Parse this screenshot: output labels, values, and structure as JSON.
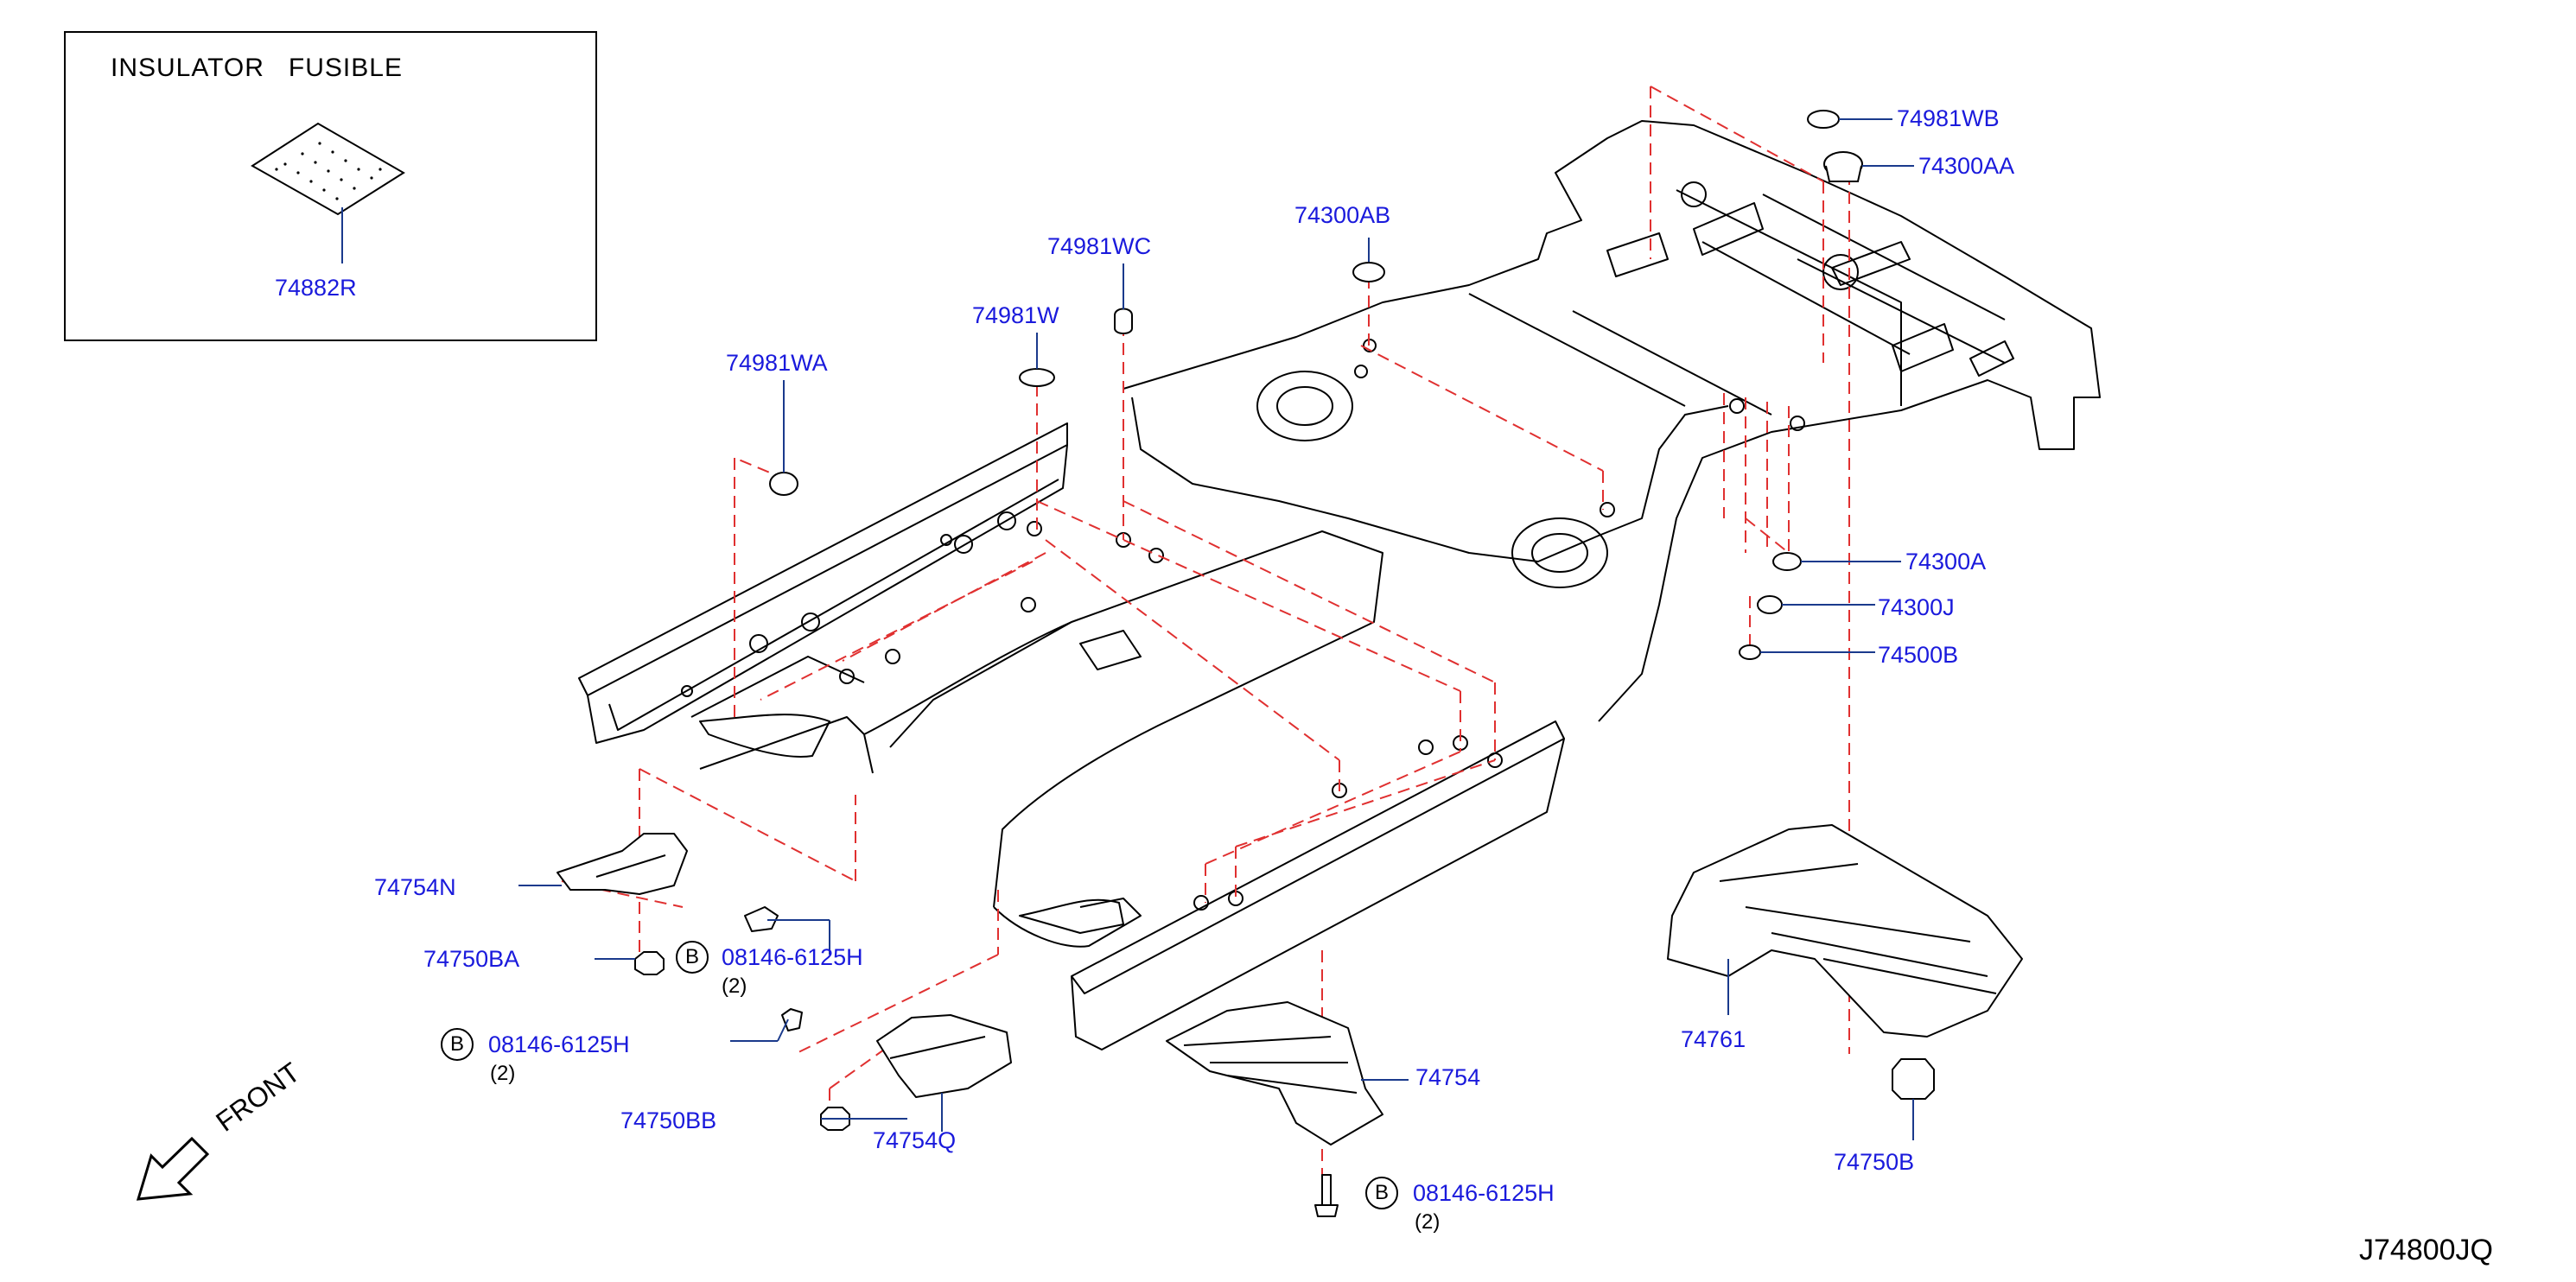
{
  "inset": {
    "title": "INSULATOR   FUSIBLE",
    "part": "74882R"
  },
  "parts": {
    "p74981WB": "74981WB",
    "p74300AA": "74300AA",
    "p74300AB": "74300AB",
    "p74981WC": "74981WC",
    "p74981W": "74981W",
    "p74981WA": "74981WA",
    "p74300A": "74300A",
    "p74300J": "74300J",
    "p74500B": "74500B",
    "p74754N": "74754N",
    "p74750BA": "74750BA",
    "p74750BB": "74750BB",
    "p74754Q": "74754Q",
    "p74754": "74754",
    "p74761": "74761",
    "p74750B": "74750B"
  },
  "bolts": [
    {
      "mark": "B",
      "part": "08146-6125H",
      "qty": "(2)"
    },
    {
      "mark": "B",
      "part": "08146-6125H",
      "qty": "(2)"
    },
    {
      "mark": "B",
      "part": "08146-6125H",
      "qty": "(2)"
    }
  ],
  "front_label": "FRONT",
  "diagram_code": "J74800JQ",
  "colors": {
    "label": "#1a1adc",
    "leader": "#1a3a8c",
    "dash": "#e03030",
    "line": "#000000"
  }
}
